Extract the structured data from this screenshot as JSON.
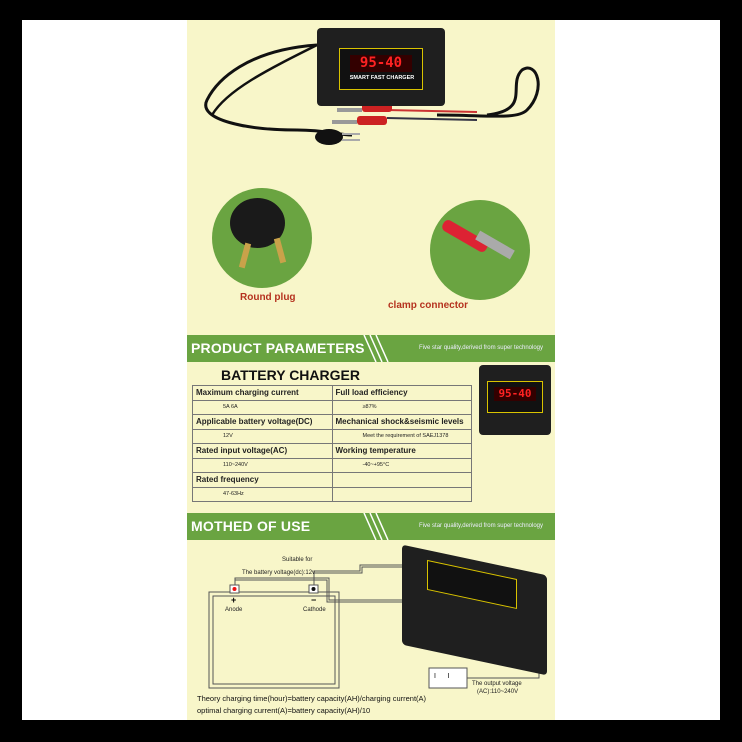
{
  "top": {
    "charger_label": "SMART FAST CHARGER",
    "display": "95-40",
    "round_plug": "Round plug",
    "clamp_connector": "clamp connector"
  },
  "parameters": {
    "band_title": "PRODUCT PARAMETERS",
    "band_slogan": "Five star quality,derived from super technology",
    "title": "BATTERY CHARGER",
    "rows": [
      {
        "l": "Maximum charging current",
        "lv": "5A 6A",
        "r": "Full load efficiency",
        "rv": "≥87%"
      },
      {
        "l": "Applicable battery voltage(DC)",
        "lv": "12V",
        "r": "Mechanical shock&seismic levels",
        "rv": "Meet the requirement of SAEJ1378"
      },
      {
        "l": "Rated input voltage(AC)",
        "lv": "110~240V",
        "r": "Working temperature",
        "rv": "-40~+95°C"
      },
      {
        "l": "Rated frequency",
        "lv": "47-63Hz",
        "r": "",
        "rv": ""
      }
    ]
  },
  "usage": {
    "band_title": "MOTHED OF USE",
    "band_slogan": "Five star quality,derived from super technology",
    "suitable": "Suitable for",
    "battery_voltage": "The battery voltage(dc):12v",
    "plus": "+",
    "minus": "−",
    "anode": "Anode",
    "cathode": "Cathode",
    "output1": "The output voltage",
    "output2": "(AC):110~240V",
    "switch": "I      I",
    "formula1": "Theory charging time(hour)=battery capacity(AH)/charging current(A)",
    "formula2": "optimal charging current(A)=battery capacity(AH)/10"
  },
  "colors": {
    "green": "#6aa441",
    "cream": "#f8f6c9",
    "red_text": "#b5321e"
  }
}
